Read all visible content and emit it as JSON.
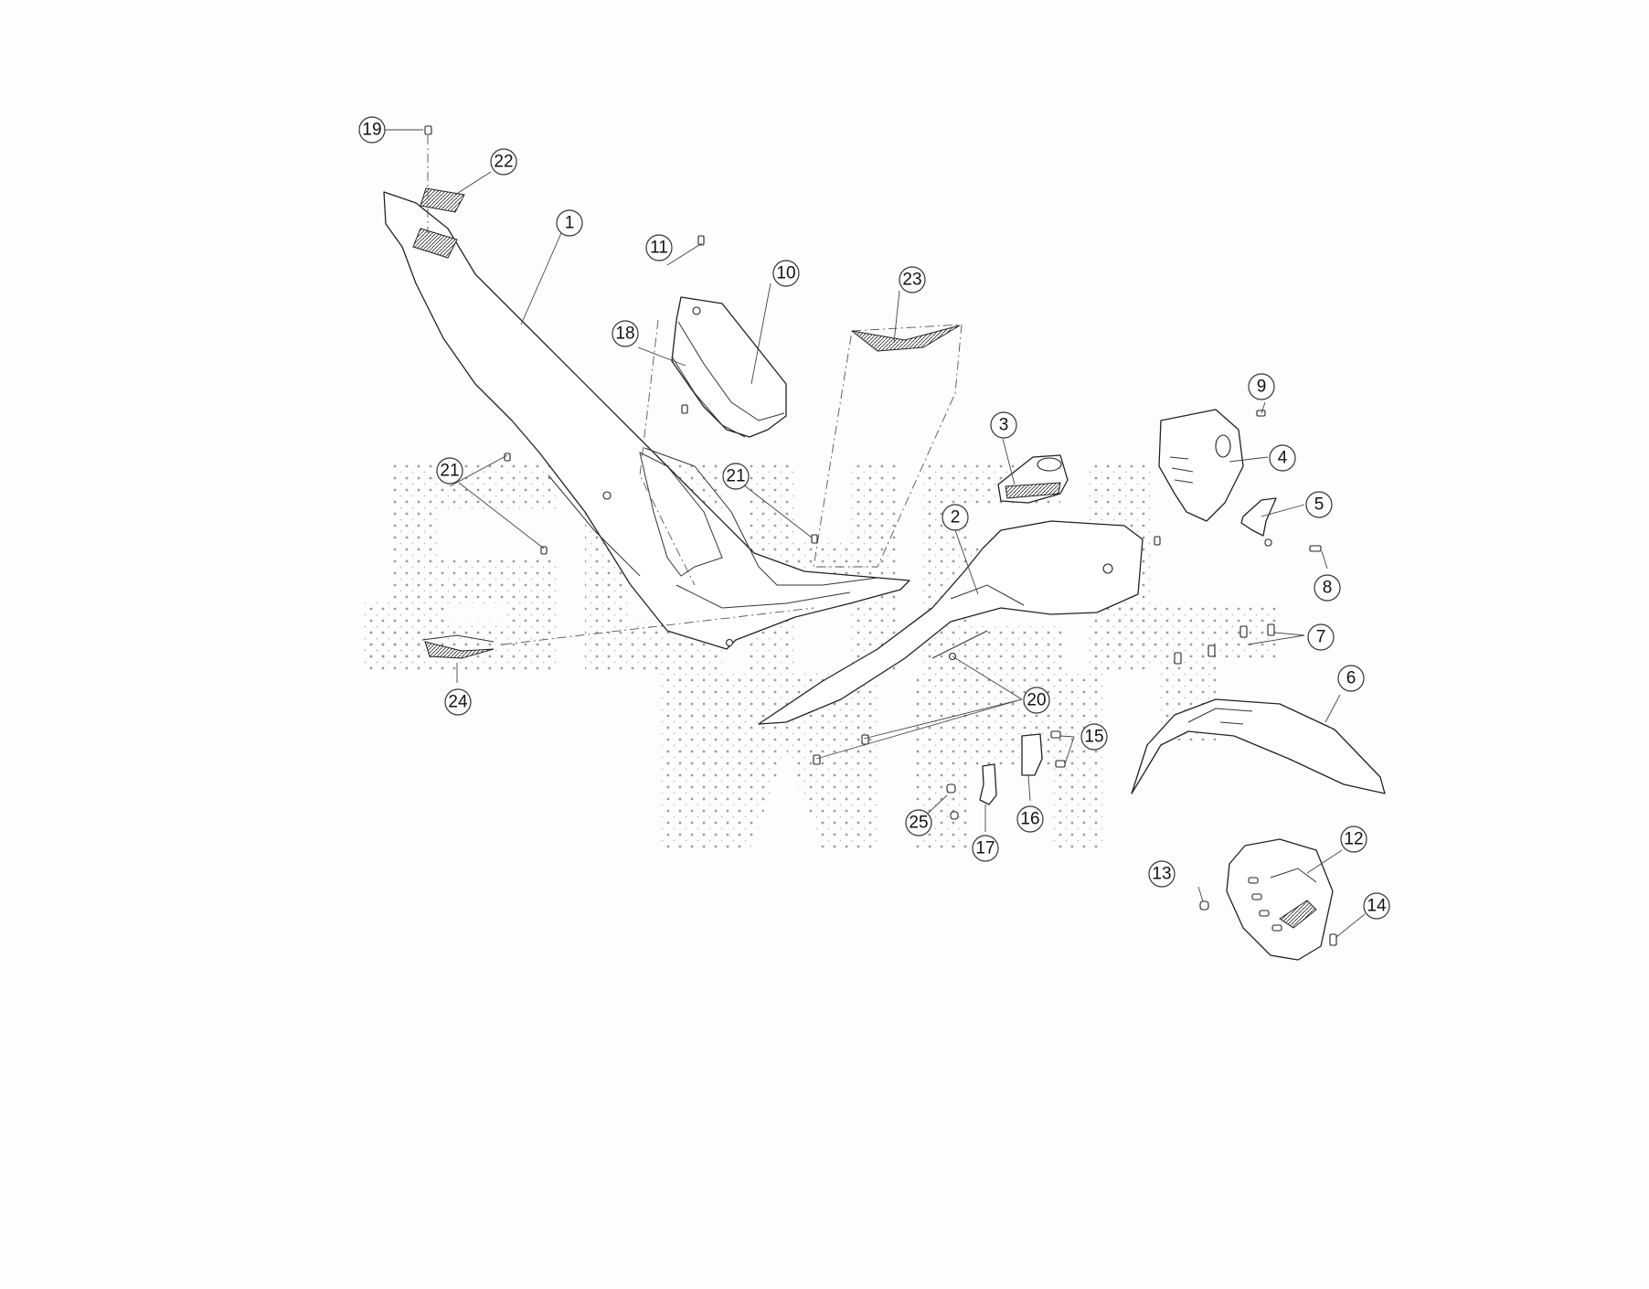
{
  "diagram": {
    "watermark_text": "SCHEMA",
    "callouts": [
      {
        "id": "c1",
        "label": "1"
      },
      {
        "id": "c2",
        "label": "2"
      },
      {
        "id": "c3",
        "label": "3"
      },
      {
        "id": "c4",
        "label": "4"
      },
      {
        "id": "c5",
        "label": "5"
      },
      {
        "id": "c6",
        "label": "6"
      },
      {
        "id": "c7",
        "label": "7"
      },
      {
        "id": "c8",
        "label": "8"
      },
      {
        "id": "c9",
        "label": "9"
      },
      {
        "id": "c10",
        "label": "10"
      },
      {
        "id": "c11",
        "label": "11"
      },
      {
        "id": "c12",
        "label": "12"
      },
      {
        "id": "c13",
        "label": "13"
      },
      {
        "id": "c14",
        "label": "14"
      },
      {
        "id": "c15",
        "label": "15"
      },
      {
        "id": "c16",
        "label": "16"
      },
      {
        "id": "c17",
        "label": "17"
      },
      {
        "id": "c18",
        "label": "18"
      },
      {
        "id": "c19",
        "label": "19"
      },
      {
        "id": "c20",
        "label": "20"
      },
      {
        "id": "c21a",
        "label": "21"
      },
      {
        "id": "c21b",
        "label": "21"
      },
      {
        "id": "c22",
        "label": "22"
      },
      {
        "id": "c23",
        "label": "23"
      },
      {
        "id": "c24",
        "label": "24"
      },
      {
        "id": "c25",
        "label": "25"
      }
    ]
  }
}
